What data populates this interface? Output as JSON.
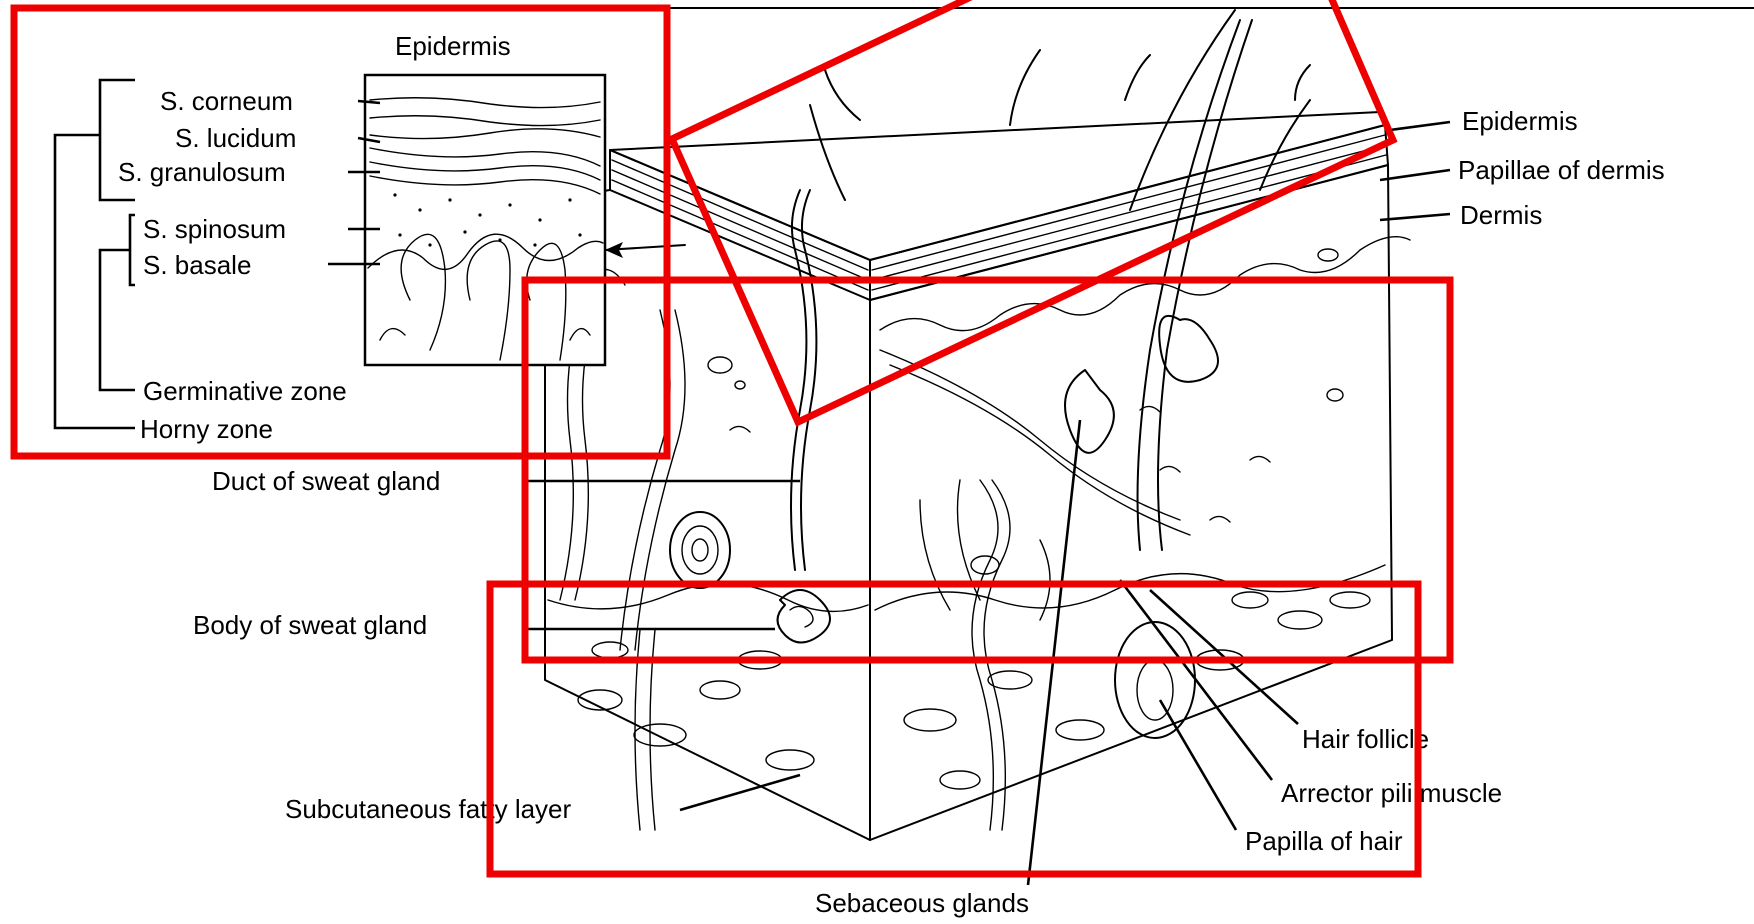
{
  "inset": {
    "title": "Epidermis",
    "layers": [
      "S. corneum",
      "S. lucidum",
      "S. granulosum",
      "S. spinosum",
      "S. basale"
    ],
    "zones": [
      "Germinative zone",
      "Horny zone"
    ]
  },
  "right_labels": [
    "Epidermis",
    "Papillae of dermis",
    "Dermis"
  ],
  "left_labels": [
    "Duct of sweat gland",
    "Body of sweat gland",
    "Subcutaneous fatty layer"
  ],
  "lower_right_labels": [
    "Hair follicle",
    "Arrector pili muscle",
    "Papilla of hair"
  ],
  "bottom_label": "Sebaceous glands",
  "highlight_color": "#ee0000"
}
